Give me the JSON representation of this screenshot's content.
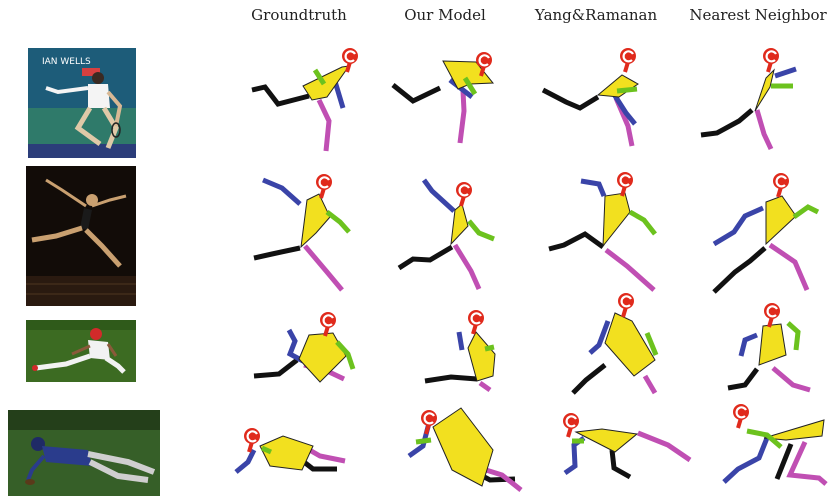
{
  "headers": [
    "Groundtruth",
    "Our Model",
    "Yang&Ramanan",
    "Nearest Neighbor"
  ],
  "colors": {
    "torso": "#f2e01f",
    "head": "#e02a1c",
    "left_arm": "#3a44a8",
    "right_arm": "#6cc21e",
    "left_leg": "#111111",
    "right_leg": "#c04fb3",
    "outline": "#222222"
  },
  "rows": [
    {
      "photo": {
        "name": "photo-tennis-player",
        "sign_text": "IAN WELLS"
      }
    },
    {
      "photo": {
        "name": "photo-leaping-dancer"
      }
    },
    {
      "photo": {
        "name": "photo-baseball-stretch"
      }
    },
    {
      "photo": {
        "name": "photo-baseball-dive"
      }
    }
  ]
}
